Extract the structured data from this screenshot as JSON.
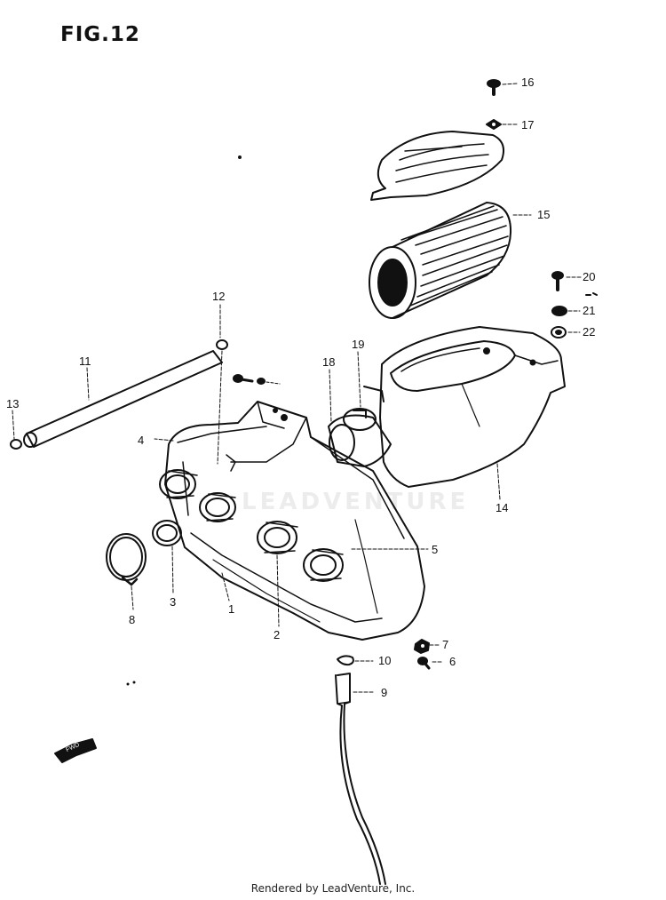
{
  "figure": {
    "title": "FIG.12"
  },
  "callouts": [
    {
      "id": "c1",
      "text": "1"
    },
    {
      "id": "c2",
      "text": "2"
    },
    {
      "id": "c3",
      "text": "3"
    },
    {
      "id": "c4",
      "text": "4"
    },
    {
      "id": "c5",
      "text": "5"
    },
    {
      "id": "c6",
      "text": "6"
    },
    {
      "id": "c7",
      "text": "7"
    },
    {
      "id": "c8",
      "text": "8"
    },
    {
      "id": "c9",
      "text": "9"
    },
    {
      "id": "c10",
      "text": "10"
    },
    {
      "id": "c11",
      "text": "11"
    },
    {
      "id": "c12",
      "text": "12"
    },
    {
      "id": "c13",
      "text": "13"
    },
    {
      "id": "c14",
      "text": "14"
    },
    {
      "id": "c15",
      "text": "15"
    },
    {
      "id": "c16",
      "text": "16"
    },
    {
      "id": "c17",
      "text": "17"
    },
    {
      "id": "c18",
      "text": "18"
    },
    {
      "id": "c19",
      "text": "19"
    },
    {
      "id": "c20",
      "text": "20"
    },
    {
      "id": "c21",
      "text": "21"
    },
    {
      "id": "c22",
      "text": "22"
    }
  ],
  "watermark": "LEADVENTURE",
  "fwd_arrow_label": "FWD",
  "footer": "Rendered by LeadVenture, Inc."
}
